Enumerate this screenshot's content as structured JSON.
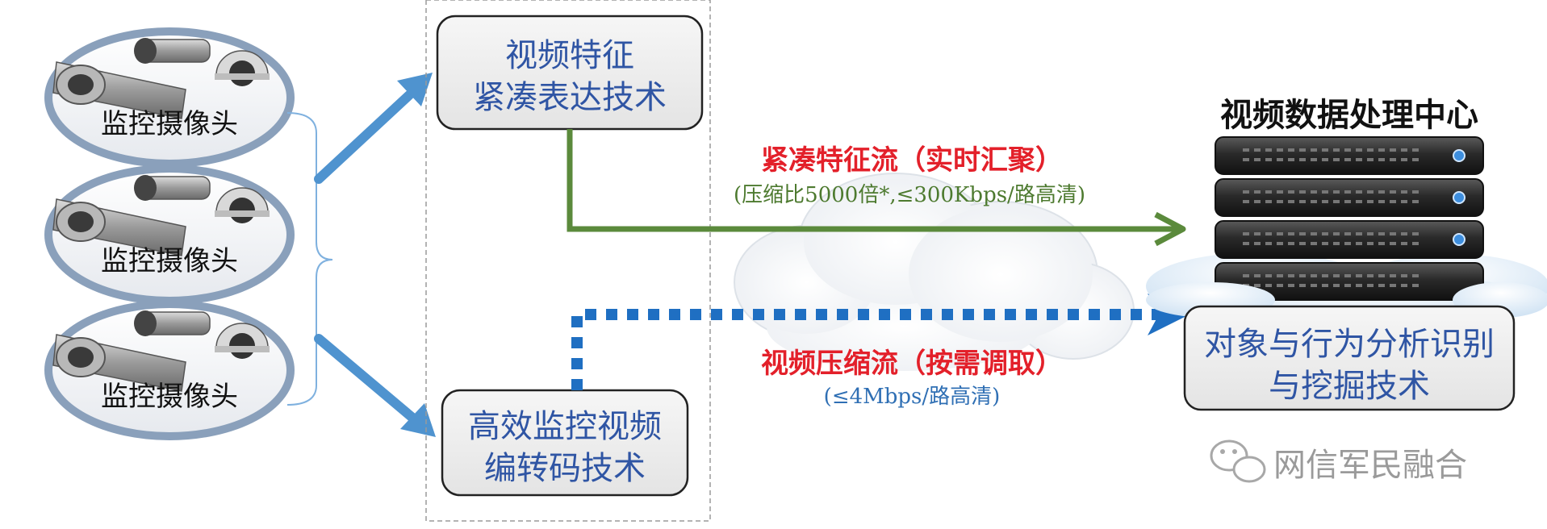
{
  "cameras": [
    {
      "label": "监控摄像头"
    },
    {
      "label": "监控摄像头"
    },
    {
      "label": "监控摄像头"
    }
  ],
  "boxes": {
    "feature": {
      "line1": "视频特征",
      "line2": "紧凑表达技术"
    },
    "transcode": {
      "line1": "高效监控视频",
      "line2": "编转码技术"
    },
    "analysis": {
      "line1": "对象与行为分析识别",
      "line2": "与挖掘技术"
    }
  },
  "server": {
    "title": "视频数据处理中心"
  },
  "flows": {
    "feature_stream": {
      "title": "紧凑特征流（实时汇聚）",
      "detail": "(压缩比5000倍*,≤300Kbps/路高清)"
    },
    "video_stream": {
      "title": "视频压缩流（按需调取）",
      "detail": "(≤4Mbps/路高清)"
    }
  },
  "watermark": {
    "text": "网信军民融合",
    "icon": "wechat-icon"
  },
  "colors": {
    "blue_arrow": "#4f93cf",
    "green_line": "#5b8a3c",
    "dotted_blue": "#1f6fc2",
    "red_text": "#e3202a",
    "box_text": "#2f55a4"
  }
}
